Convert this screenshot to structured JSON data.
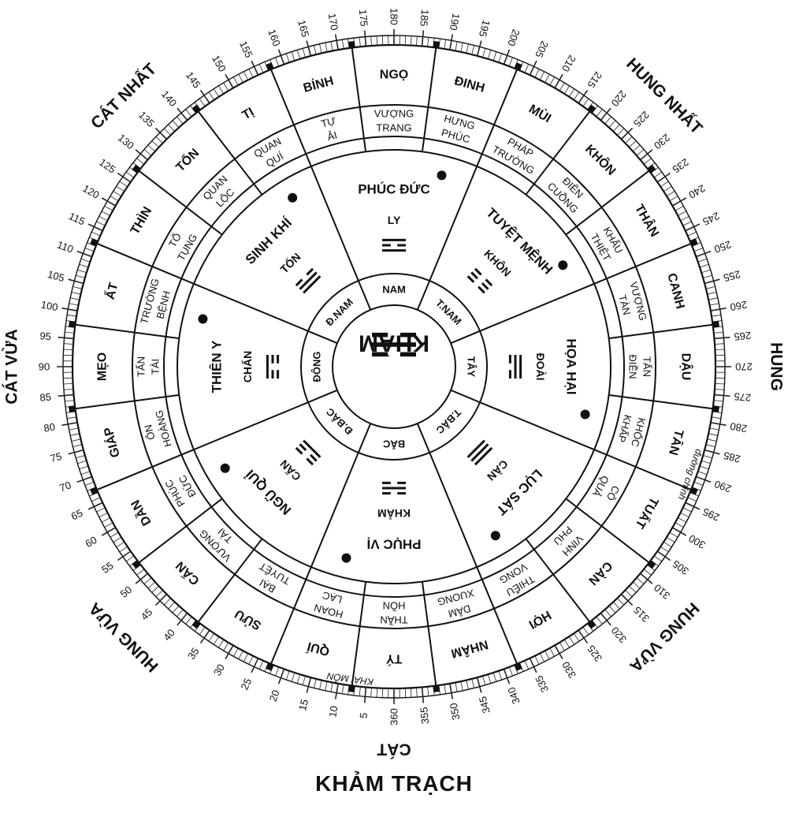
{
  "caption": "KHẢM TRẠCH",
  "center": {
    "label": "KHẢM",
    "trigram": [
      0,
      1,
      0
    ]
  },
  "quality_labels": [
    {
      "deg": 180,
      "text": "CÁT VỪA"
    },
    {
      "deg": 225,
      "text": "HUNG NHẤT"
    },
    {
      "deg": 270,
      "text": "HUNG"
    },
    {
      "deg": 315,
      "text": "HUNG VỪA"
    },
    {
      "deg": 0,
      "text": "CÁT"
    },
    {
      "deg": 45,
      "text": "HUNG VỪA"
    },
    {
      "deg": 90,
      "text": "CÁT VỪA"
    },
    {
      "deg": 135,
      "text": "CÁT NHẤT"
    }
  ],
  "mountains": [
    "TÝ",
    "QUÍ",
    "SỬU",
    "CẤN",
    "DẦN",
    "GIÁP",
    "MẸO",
    "ẤT",
    "THÌN",
    "TỐN",
    "TỊ",
    "BÍNH",
    "NGỌ",
    "ĐINH",
    "MÙI",
    "KHÔN",
    "THÂN",
    "CANH",
    "DẬU",
    "TÂN",
    "TUẤT",
    "CÀN",
    "HỢI",
    "NHÂM"
  ],
  "stars": [
    [
      "THẦN",
      "HỒN"
    ],
    [
      "HOAN",
      "LẠC"
    ],
    [
      "BẠI",
      "TUYỆT"
    ],
    [
      "VƯỢNG",
      "TÀI"
    ],
    [
      "PHÚC",
      "ĐỨC"
    ],
    [
      "ÔN",
      "HOÀNG"
    ],
    [
      "TẤN",
      "TÀI"
    ],
    [
      "TRƯỜNG",
      "BỆNH"
    ],
    [
      "TỐ",
      "TỤNG"
    ],
    [
      "QUAN",
      "LỘC"
    ],
    [
      "QUAN",
      "QUÍ"
    ],
    [
      "TỰ",
      "ẢI"
    ],
    [
      "VƯỢNG",
      "TRANG"
    ],
    [
      "HƯNG",
      "PHÚC"
    ],
    [
      "PHÁP",
      "TRƯỜNG"
    ],
    [
      "ĐIÊN",
      "CUỒNG"
    ],
    [
      "KHẨU",
      "THIỆT"
    ],
    [
      "VƯỢNG",
      "TÀN"
    ],
    [
      "TẤN",
      "ĐIỀN"
    ],
    [
      "KHỐC",
      "KHẤP"
    ],
    [
      "CÔ",
      "QUẢ"
    ],
    [
      "VINH",
      "PHÚ"
    ],
    [
      "THIẾU",
      "VONG"
    ],
    [
      "DÂM",
      "XUONG"
    ]
  ],
  "palaces": [
    {
      "deg": 0,
      "name": "PHỤC VỊ",
      "trigram_name": "KHẢM",
      "trigram": [
        0,
        1,
        0
      ],
      "dot": true
    },
    {
      "deg": 45,
      "name": "NGŨ QUỈ",
      "trigram_name": "CẤN",
      "trigram": [
        1,
        0,
        0
      ],
      "dot": true
    },
    {
      "deg": 90,
      "name": "THIÊN Y",
      "trigram_name": "CHẤN",
      "trigram": [
        0,
        0,
        1
      ],
      "dot": true
    },
    {
      "deg": 135,
      "name": "SINH KHÍ",
      "trigram_name": "TỐN",
      "trigram": [
        1,
        1,
        0
      ],
      "dot": true
    },
    {
      "deg": 180,
      "name": "PHÚC ĐỨC",
      "trigram_name": "LY",
      "trigram": [
        1,
        0,
        1
      ],
      "dot": true
    },
    {
      "deg": 225,
      "name": "TUYỆT MỆNH",
      "trigram_name": "KHÔN",
      "trigram": [
        0,
        0,
        0
      ],
      "dot": true
    },
    {
      "deg": 270,
      "name": "HỌA HẠI",
      "trigram_name": "ĐOÀI",
      "trigram": [
        0,
        1,
        1
      ],
      "dot": true
    },
    {
      "deg": 315,
      "name": "LỤC SÁT",
      "trigram_name": "CÀN",
      "trigram": [
        1,
        1,
        1
      ],
      "dot": true
    }
  ],
  "directions": [
    {
      "deg": 0,
      "text": "BẮC"
    },
    {
      "deg": 45,
      "text": "Đ.BẮC"
    },
    {
      "deg": 90,
      "text": "ĐÔNG"
    },
    {
      "deg": 135,
      "text": "Đ.NAM"
    },
    {
      "deg": 180,
      "text": "NAM"
    },
    {
      "deg": 225,
      "text": "T.NAM"
    },
    {
      "deg": 270,
      "text": "TÂY"
    },
    {
      "deg": 315,
      "text": "T.BẮC"
    }
  ],
  "degree_labels": [
    360,
    5,
    10,
    15,
    20,
    25,
    30,
    35,
    40,
    45,
    50,
    55,
    60,
    65,
    70,
    75,
    80,
    85,
    90,
    95,
    100,
    105,
    110,
    115,
    120,
    125,
    130,
    135,
    140,
    145,
    150,
    155,
    160,
    165,
    170,
    175,
    180,
    185,
    190,
    195,
    200,
    205,
    210,
    215,
    220,
    225,
    230,
    235,
    240,
    245,
    250,
    255,
    260,
    265,
    270,
    275,
    280,
    285,
    290,
    295,
    300,
    305,
    310,
    315,
    320,
    325,
    330,
    335,
    340,
    345,
    350,
    355
  ],
  "handwritten_notes": [
    {
      "deg": 8,
      "text": "KHAI MÔN"
    },
    {
      "deg": 290,
      "text": "đường chính"
    }
  ]
}
